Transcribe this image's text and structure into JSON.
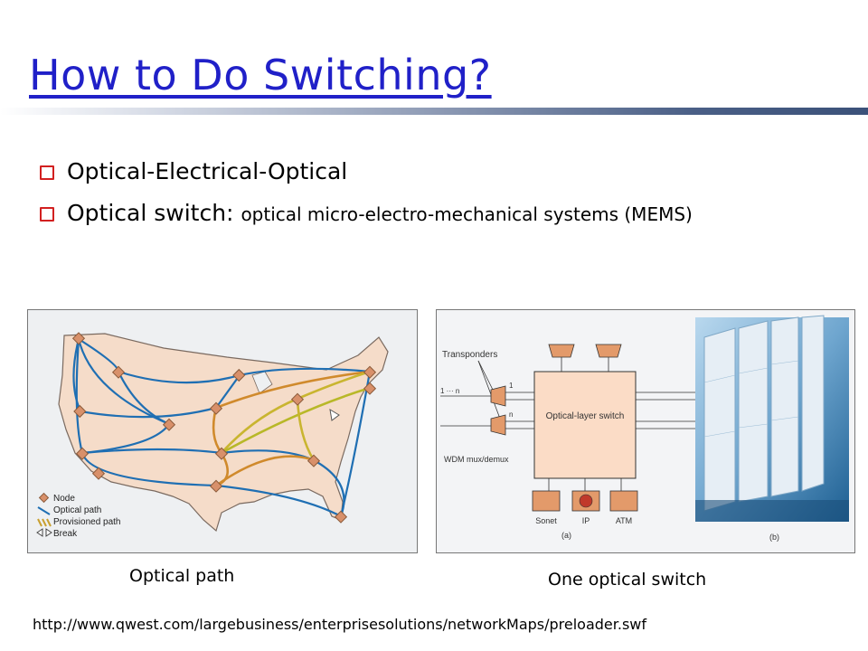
{
  "slide": {
    "title": "How to Do Switching?",
    "bullets": [
      {
        "main": "Optical-Electrical-Optical",
        "detail": ""
      },
      {
        "main": "Optical switch: ",
        "detail": "optical micro-electro-mechanical systems (MEMS)"
      }
    ],
    "accent_color": "#2020c8",
    "bullet_color": "#d22020"
  },
  "map_figure": {
    "legend": [
      "Node",
      "Optical path",
      "Provisioned path",
      "Break"
    ],
    "caption": "Optical path"
  },
  "switch_figure": {
    "transponders_label": "Transponders",
    "switch_label": "Optical-layer switch",
    "wdm_label": "WDM mux/demux",
    "n_label": "n",
    "one_n_label": "1 ··· n",
    "one_label": "1",
    "clients": [
      "Sonet",
      "IP",
      "ATM"
    ],
    "panel_a": "(a)",
    "panel_b": "(b)",
    "caption": "One optical switch"
  },
  "source_url": "http://www.qwest.com/largebusiness/enterprisesolutions/networkMaps/preloader.swf"
}
